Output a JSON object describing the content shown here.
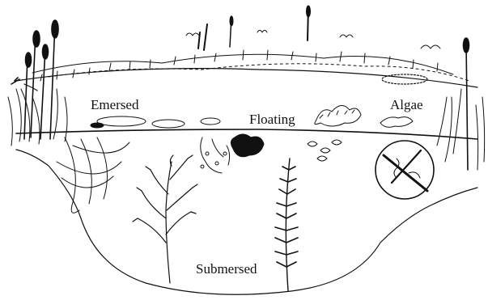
{
  "diagram": {
    "labels": {
      "emersed": "Emersed",
      "floating": "Floating",
      "algae": "Algae",
      "submersed": "Submersed"
    }
  },
  "colors": {
    "ink": "#111111",
    "paper": "#ffffff"
  }
}
